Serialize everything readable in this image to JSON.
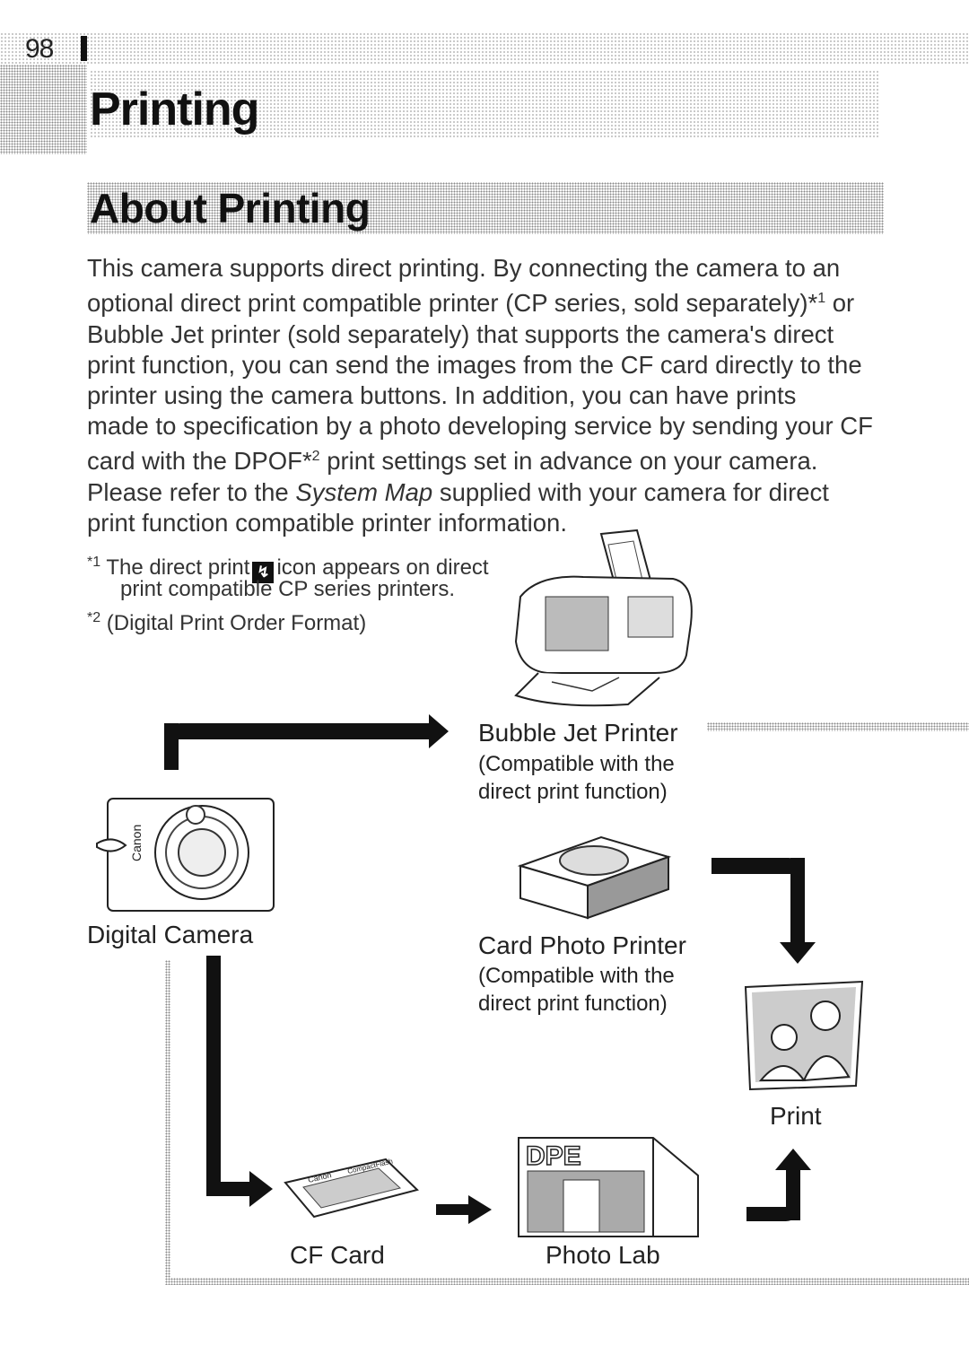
{
  "page": {
    "number": "98",
    "section_title": "Printing",
    "heading": "About Printing"
  },
  "intro": {
    "l1": "This camera supports direct printing. By connecting the camera to an",
    "l2a": "optional direct print compatible printer (CP series, sold separately)*",
    "l2sup": "1",
    "l2b": " or",
    "l3": "Bubble Jet printer (sold separately) that supports the camera's direct",
    "l4": "print function, you can send the images from the CF card directly to the",
    "l5": "printer using the camera buttons. In addition, you can have prints",
    "l6": "made to specification by a photo developing service by sending your CF",
    "l7a": "card with the DPOF*",
    "l7sup": "2",
    "l7b": " print settings set in advance on your camera.",
    "l8a": "Please refer to the ",
    "l8em": "System Map",
    "l8b": " supplied with your camera for direct",
    "l9": "print function compatible printer information."
  },
  "footnotes": {
    "f1_mark": "*1",
    "f1a": "The direct print",
    "f1_icon": "↯",
    "f1b": "icon appears on direct",
    "f1c": "print compatible CP series printers.",
    "f2_mark": "*2",
    "f2": "(Digital Print Order Format)"
  },
  "diagram": {
    "bubble_jet_title": "Bubble Jet Printer",
    "bubble_jet_sub1": "(Compatible with the",
    "bubble_jet_sub2": "direct print function)",
    "camera_label": "Digital Camera",
    "card_photo_title": "Card Photo Printer",
    "card_photo_sub1": "(Compatible with the",
    "card_photo_sub2": "direct print function)",
    "print_label": "Print",
    "cf_label": "CF Card",
    "lab_label": "Photo Lab",
    "lab_sign": "DPE",
    "camera_brand": "Canon",
    "cf_brand": "Canon",
    "cf_text": "CompactFlash"
  },
  "icons": {
    "bubble_jet": "bubble-jet-printer-icon",
    "camera": "digital-camera-icon",
    "card_photo": "card-photo-printer-icon",
    "print": "printed-photo-icon",
    "cf_card": "cf-card-icon",
    "lab": "photo-lab-icon"
  }
}
